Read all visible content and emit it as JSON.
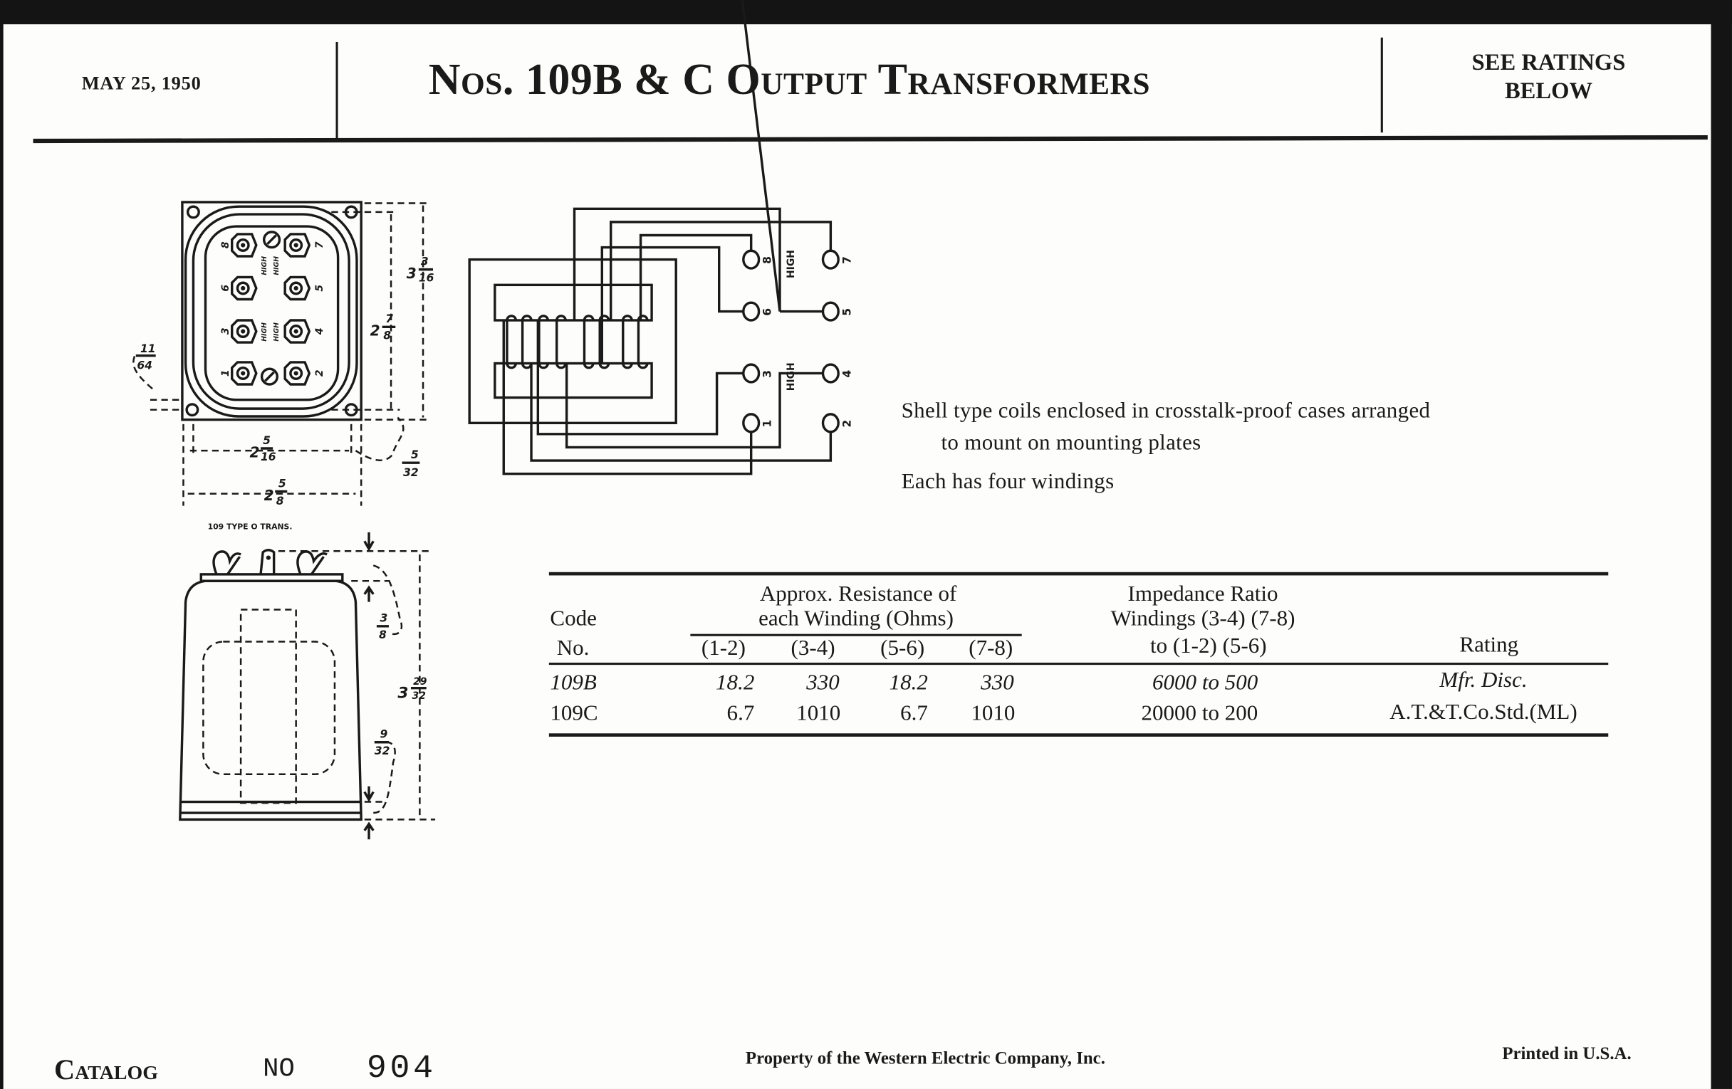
{
  "header": {
    "date": "MAY 25, 1950",
    "title": "Nos. 109B & C Output Transformers",
    "note_line1": "SEE RATINGS",
    "note_line2": "BELOW"
  },
  "description": {
    "line1": "Shell type coils enclosed in crosstalk-proof cases arranged",
    "line2": "to mount on mounting plates",
    "line3": "Each has four windings"
  },
  "table": {
    "code_header_1": "Code",
    "code_header_2": "No.",
    "resistance_header_1": "Approx. Resistance of",
    "resistance_header_2": "each Winding (Ohms)",
    "winding_cols": [
      "(1-2)",
      "(3-4)",
      "(5-6)",
      "(7-8)"
    ],
    "impedance_header_1": "Impedance Ratio",
    "impedance_header_2": "Windings (3-4) (7-8)",
    "impedance_header_3": "to (1-2) (5-6)",
    "rating_header": "Rating",
    "rows": [
      {
        "code": "109B",
        "r12": "18.2",
        "r34": "330",
        "r56": "18.2",
        "r78": "330",
        "impedance": "6000 to 500",
        "rating": "Mfr. Disc."
      },
      {
        "code": "109C",
        "r12": "6.7",
        "r34": "1010",
        "r56": "6.7",
        "r78": "1010",
        "impedance": "20000 to 200",
        "rating": "A.T.&T.Co.Std.(ML)"
      }
    ]
  },
  "drawings": {
    "top_view": {
      "terminals": [
        "8",
        "7",
        "6",
        "5",
        "3",
        "4",
        "1",
        "2"
      ],
      "high_label": "HIGH",
      "dim_height_outer": {
        "whole": "3",
        "num": "3",
        "den": "16"
      },
      "dim_height_inner": {
        "whole": "2",
        "num": "7",
        "den": "8"
      },
      "dim_offset": {
        "num": "11",
        "den": "64"
      },
      "dim_width_inner": {
        "whole": "2",
        "num": "5",
        "den": "16"
      },
      "dim_hole": {
        "num": "5",
        "den": "32"
      },
      "dim_width_outer": {
        "whole": "2",
        "num": "5",
        "den": "8"
      },
      "inch_mark": "\""
    },
    "caption": "109 TYPE O TRANS.",
    "schematic": {
      "terminals": [
        "8",
        "7",
        "6",
        "5",
        "3",
        "4",
        "1",
        "2"
      ],
      "high_label": "HIGH"
    },
    "side_view": {
      "dim_top": {
        "num": "3",
        "den": "8"
      },
      "dim_height": {
        "whole": "3",
        "num": "29",
        "den": "32"
      },
      "dim_bottom": {
        "num": "9",
        "den": "32"
      }
    }
  },
  "footer": {
    "catalog_label": "Catalog",
    "no_label": "NO",
    "number": "904",
    "property": "Property of the Western Electric Company, Inc.",
    "printed": "Printed in U.S.A."
  }
}
